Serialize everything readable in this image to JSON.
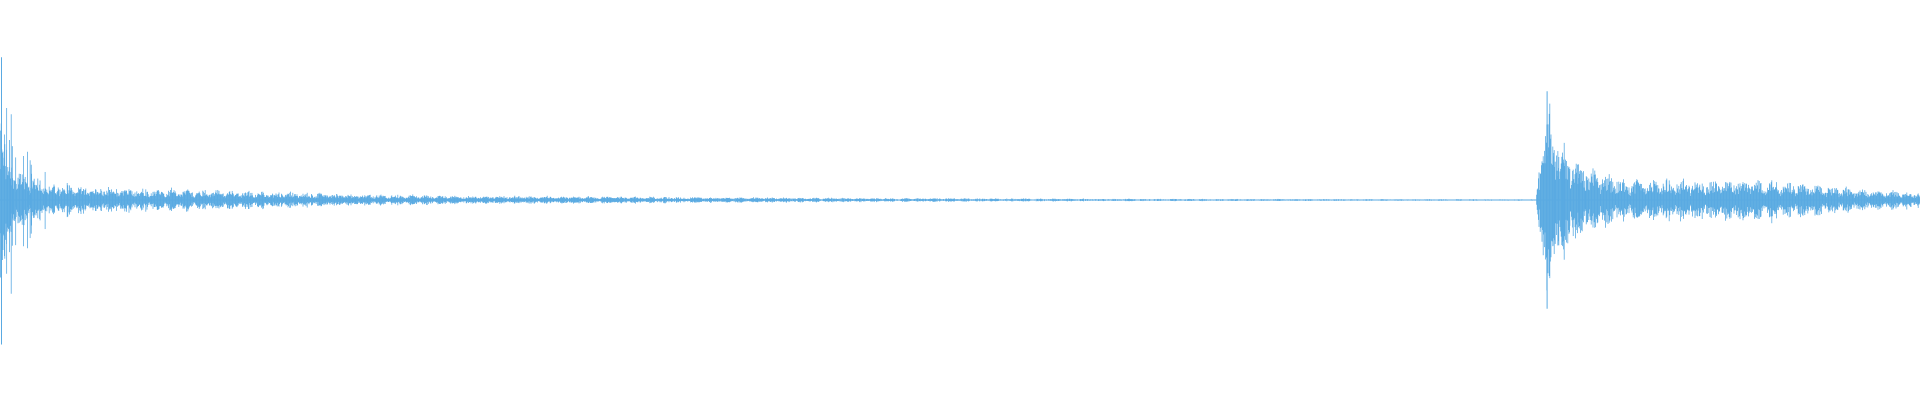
{
  "chart_data": {
    "type": "waveform",
    "title": "",
    "xlabel": "",
    "ylabel": "",
    "grid": false,
    "legend": "none",
    "color": "#5aaae2",
    "background": "#ffffff",
    "amplitude_range": [
      -1,
      1
    ],
    "x_range": [
      0,
      1
    ],
    "events": [
      {
        "name": "",
        "onset": 0.0,
        "peak_positive": 0.84,
        "peak_negative": 0.85,
        "body_envelope_start": 0.1,
        "body_envelope_end": 0.01,
        "end": 0.8
      },
      {
        "name": "",
        "onset": 0.805,
        "peak_positive": 0.64,
        "peak_negative": 0.64,
        "body_envelope_start": 0.12,
        "body_envelope_end": 0.06,
        "end": 1.0
      }
    ],
    "envelope_points": [
      {
        "x": 0.0,
        "amp": 0.84
      },
      {
        "x": 0.003,
        "amp": 0.3
      },
      {
        "x": 0.01,
        "amp": 0.16
      },
      {
        "x": 0.025,
        "amp": 0.1
      },
      {
        "x": 0.06,
        "amp": 0.075
      },
      {
        "x": 0.12,
        "amp": 0.055
      },
      {
        "x": 0.18,
        "amp": 0.035
      },
      {
        "x": 0.25,
        "amp": 0.025
      },
      {
        "x": 0.35,
        "amp": 0.018
      },
      {
        "x": 0.45,
        "amp": 0.012
      },
      {
        "x": 0.55,
        "amp": 0.008
      },
      {
        "x": 0.65,
        "amp": 0.006
      },
      {
        "x": 0.75,
        "amp": 0.005
      },
      {
        "x": 0.8,
        "amp": 0.004
      },
      {
        "x": 0.805,
        "amp": 0.64
      },
      {
        "x": 0.812,
        "amp": 0.35
      },
      {
        "x": 0.825,
        "amp": 0.2
      },
      {
        "x": 0.85,
        "amp": 0.12
      },
      {
        "x": 0.88,
        "amp": 0.12
      },
      {
        "x": 0.92,
        "amp": 0.13
      },
      {
        "x": 0.95,
        "amp": 0.09
      },
      {
        "x": 0.97,
        "amp": 0.06
      },
      {
        "x": 1.0,
        "amp": 0.05
      }
    ]
  }
}
